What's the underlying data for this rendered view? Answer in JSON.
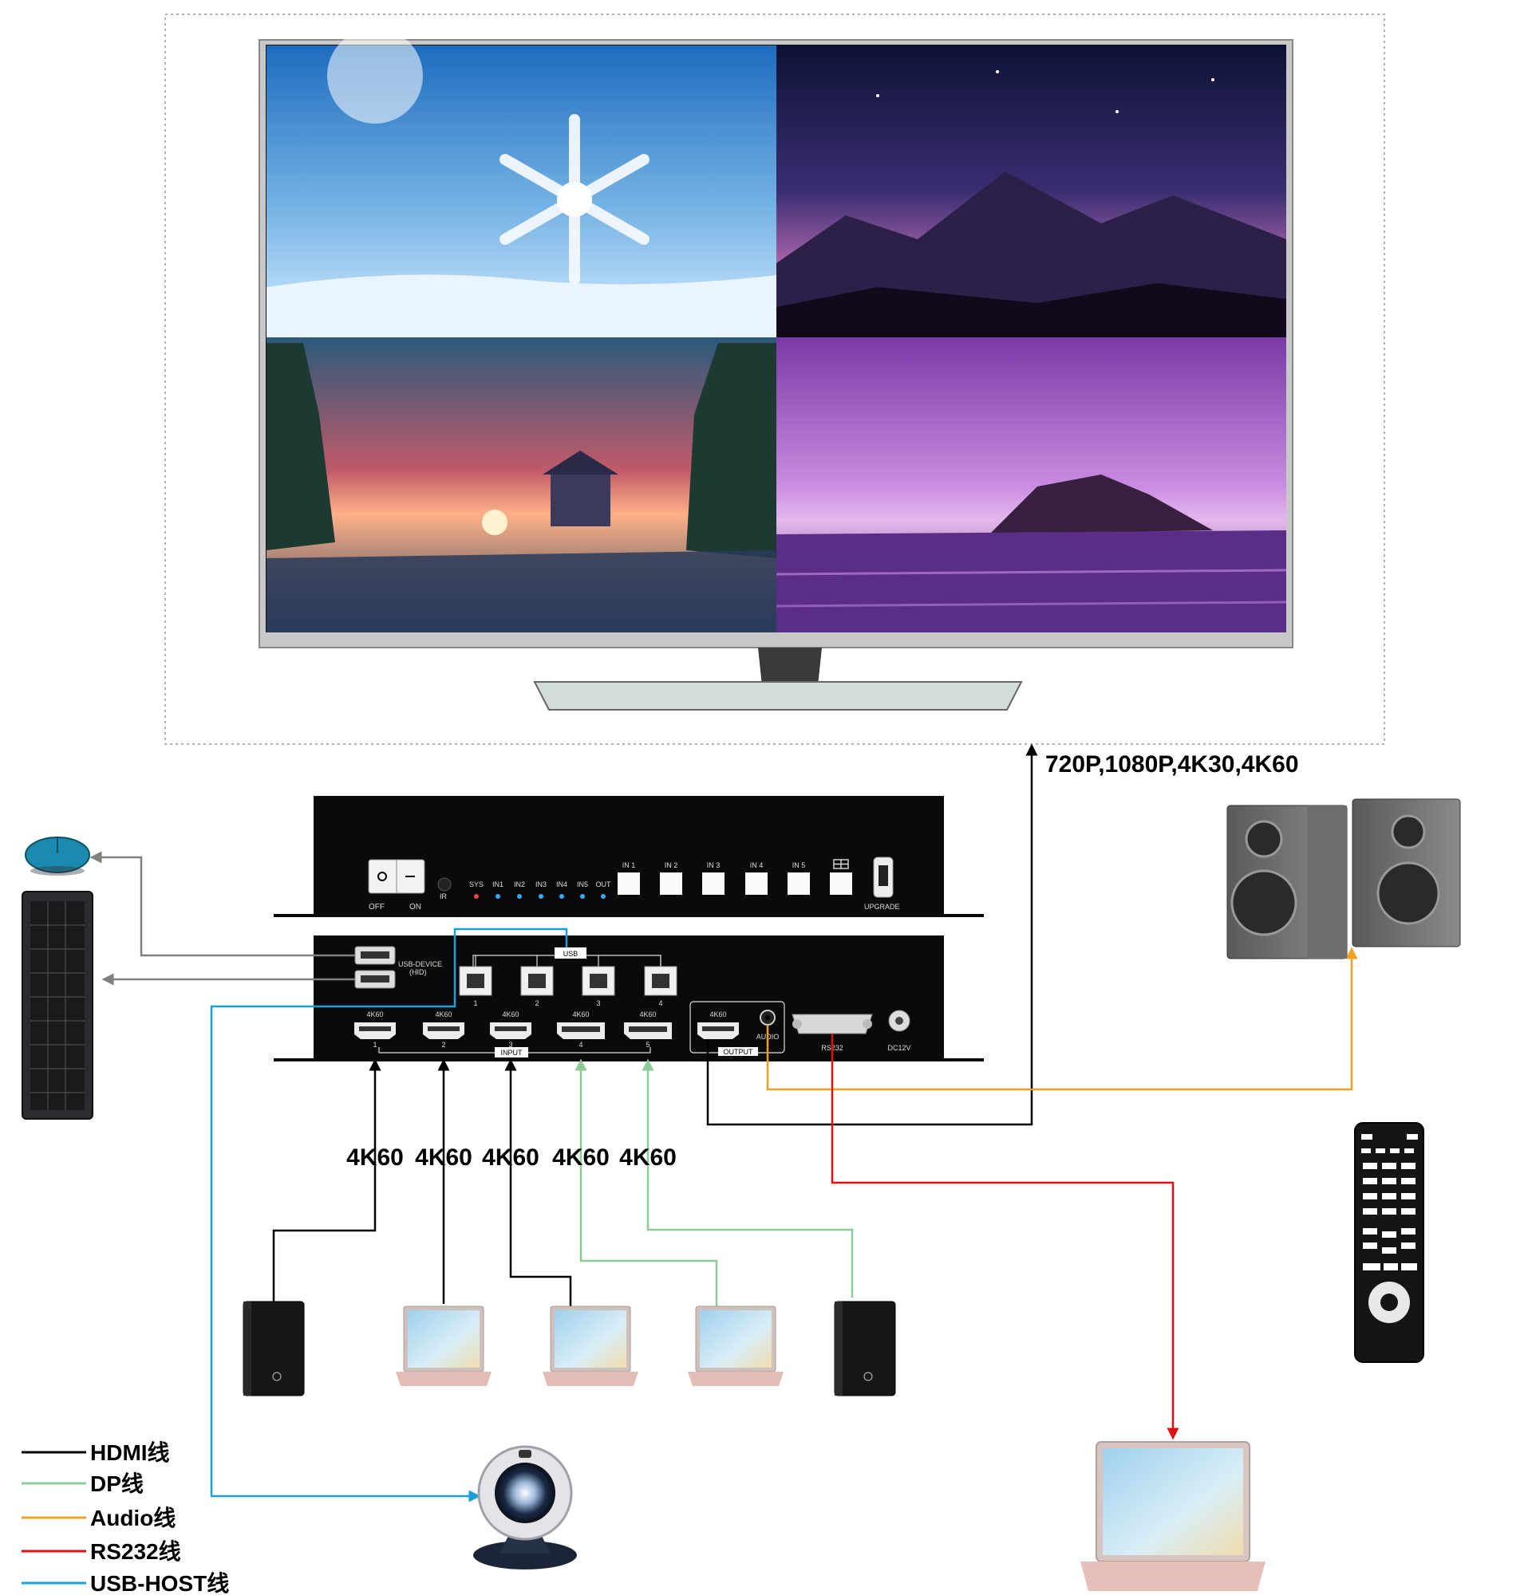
{
  "output_resolution": "720P,1080P,4K30,4K60",
  "device_top": {
    "power_off": "OFF",
    "power_on": "ON",
    "ir": "IR",
    "leds": [
      "SYS",
      "IN1",
      "IN2",
      "IN3",
      "IN4",
      "IN5",
      "OUT"
    ],
    "buttons": [
      "IN 1",
      "IN 2",
      "IN 3",
      "IN 4",
      "IN 5"
    ],
    "upgrade": "UPGRADE"
  },
  "device_rear": {
    "usb_device_label": "USB-DEVICE",
    "hid_label": "(HID)",
    "usb_label": "USB",
    "usb_port_numbers": [
      "1",
      "2",
      "3",
      "4"
    ],
    "input_tags": [
      "4K60",
      "4K60",
      "4K60",
      "4K60",
      "4K60"
    ],
    "input_numbers": [
      "1",
      "2",
      "3",
      "4",
      "5"
    ],
    "input_label": "INPUT",
    "output_tag": "4K60",
    "output_label": "OUTPUT",
    "audio_label": "AUDIO",
    "rs232_label": "RS232",
    "dc_label": "DC12V"
  },
  "input_resolutions": [
    "4K60",
    "4K60",
    "4K60",
    "4K60",
    "4K60"
  ],
  "legend": [
    {
      "label": "HDMI线",
      "color": "#000000"
    },
    {
      "label": "DP线",
      "color": "#8ccc9a"
    },
    {
      "label": "Audio线",
      "color": "#f0a020"
    },
    {
      "label": "RS232线",
      "color": "#e01010"
    },
    {
      "label": "USB-HOST线",
      "color": "#1aa0d8"
    }
  ],
  "colors": {
    "hdmi": "#000000",
    "dp": "#8ccc9a",
    "audio": "#f0a020",
    "rs232": "#e01010",
    "usb_host": "#1aa0d8",
    "usb_device": "#808080"
  }
}
